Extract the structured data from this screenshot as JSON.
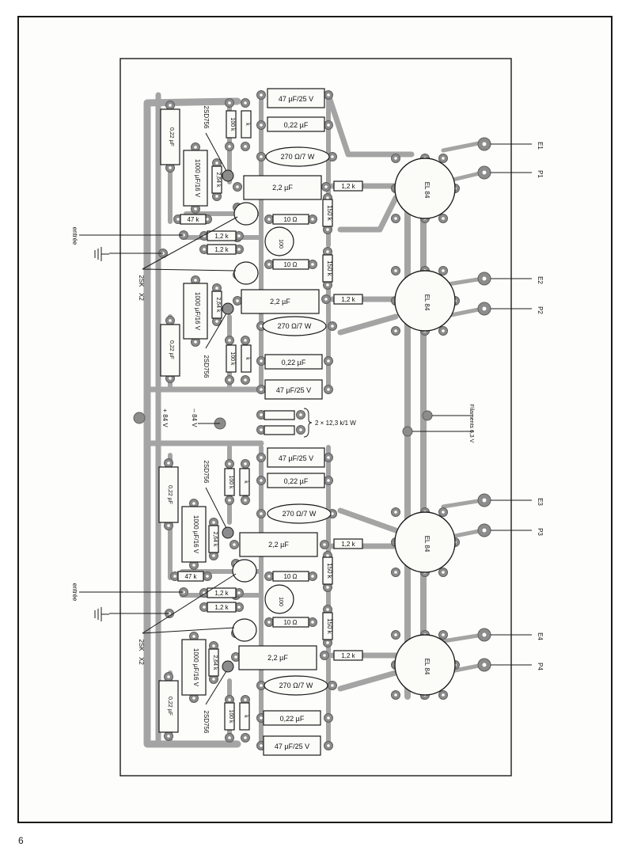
{
  "page": {
    "number": "6"
  },
  "components": {
    "cap_47uF": "47 µF/25 V",
    "cap_022": "0,22 µF",
    "res_270": "270 Ω/7 W",
    "cap_22": "2,2 µF",
    "res_12k": "1,2 k",
    "res_150k": "150 k",
    "res_10": "10 Ω",
    "res_47k": "47 k",
    "res_100k": "100 k",
    "res_264k": "2,64 k",
    "cap_1000": "1000 µF/16 V",
    "tr_2sd": "2SD756",
    "tr_2sk": "2SK",
    "tr_x2": "X2",
    "tube": "EL 84",
    "power_res": "2 × 12,3 k/1 W",
    "small_k": "k",
    "small_22": "0,22 µF",
    "tr_100": "100"
  },
  "labels": {
    "entree": "entrée",
    "plus84": "+ 84 V",
    "minus84": "– 84 V",
    "filaments": "Filaments 6,3 V",
    "E1": "E1",
    "P1": "P1",
    "E2": "E2",
    "P2": "P2",
    "E3": "E3",
    "P3": "P3",
    "E4": "E4",
    "P4": "P4"
  }
}
